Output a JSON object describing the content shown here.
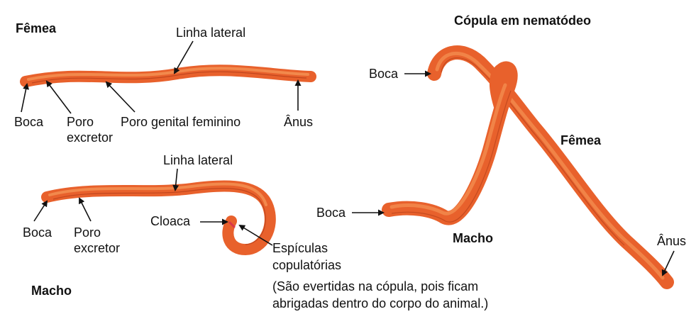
{
  "female": {
    "title": "Fêmea",
    "labels": {
      "lateral_line": "Linha lateral",
      "mouth": "Boca",
      "excretory_pore_1": "Poro",
      "excretory_pore_2": "excretor",
      "genital_pore": "Poro genital feminino",
      "anus": "Ânus"
    }
  },
  "male": {
    "title": "Macho",
    "labels": {
      "lateral_line": "Linha lateral",
      "mouth": "Boca",
      "excretory_pore_1": "Poro",
      "excretory_pore_2": "excretor",
      "cloaca": "Cloaca",
      "spicules_1": "Espículas",
      "spicules_2": "copulatórias",
      "note_1": "(São evertidas na cópula, pois ficam",
      "note_2": "abrigadas dentro do corpo do animal.)"
    }
  },
  "copulation": {
    "title": "Cópula em nematódeo",
    "labels": {
      "female_mouth": "Boca",
      "female": "Fêmea",
      "male_mouth": "Boca",
      "male": "Macho",
      "anus": "Ânus"
    }
  },
  "colors": {
    "worm_body": "#e8612c",
    "worm_highlight": "#f79a5a",
    "worm_line": "#b8401a",
    "background": "#ffffff",
    "text": "#111111"
  }
}
